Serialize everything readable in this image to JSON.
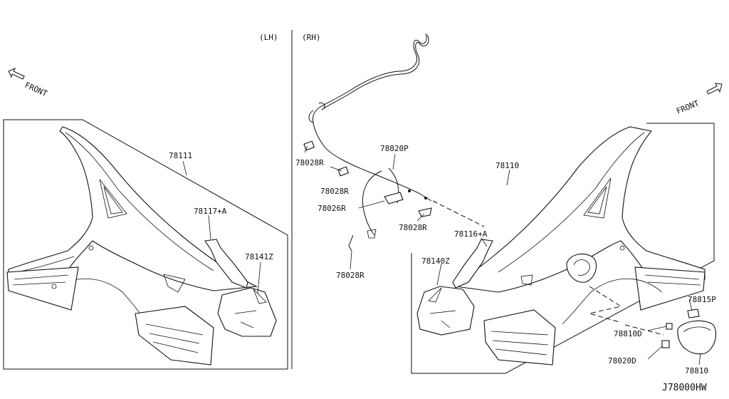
{
  "headers": {
    "left": "(LH)",
    "right": "(RH)"
  },
  "front": {
    "left": "FRONT",
    "right": "FRONT"
  },
  "diagram_code": "J78000HW",
  "callouts": [
    {
      "id": "78111",
      "text": "78111"
    },
    {
      "id": "78117a",
      "text": "78117+A"
    },
    {
      "id": "78141z",
      "text": "78141Z"
    },
    {
      "id": "78028r_1",
      "text": "78028R"
    },
    {
      "id": "78820p",
      "text": "78820P"
    },
    {
      "id": "78028r_2",
      "text": "78028R"
    },
    {
      "id": "78026r",
      "text": "78026R"
    },
    {
      "id": "78028r_3",
      "text": "78028R"
    },
    {
      "id": "78028r_4",
      "text": "78028R"
    },
    {
      "id": "78110",
      "text": "78110"
    },
    {
      "id": "78116a",
      "text": "78116+A"
    },
    {
      "id": "78140z",
      "text": "78140Z"
    },
    {
      "id": "78815p",
      "text": "78815P"
    },
    {
      "id": "78810d",
      "text": "78810D"
    },
    {
      "id": "78020d",
      "text": "78020D"
    },
    {
      "id": "78810",
      "text": "78810"
    }
  ]
}
